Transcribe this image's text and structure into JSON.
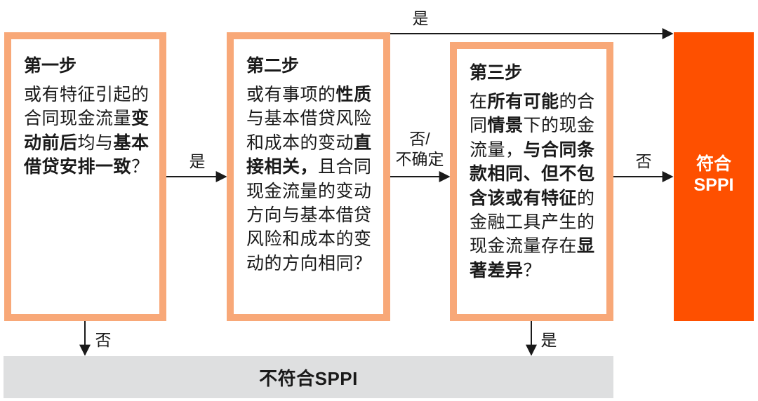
{
  "steps": [
    {
      "title": "第一步",
      "segments": [
        {
          "text": "或有特征引起的合同现金流量",
          "bold": false
        },
        {
          "text": "变动前后",
          "bold": true
        },
        {
          "text": "均与",
          "bold": false
        },
        {
          "text": "基本借贷安排一致",
          "bold": true
        },
        {
          "text": "？",
          "bold": false
        }
      ]
    },
    {
      "title": "第二步",
      "segments": [
        {
          "text": "或有事项的",
          "bold": false
        },
        {
          "text": "性质",
          "bold": true
        },
        {
          "text": "与基本借贷风险和成本的变动",
          "bold": false
        },
        {
          "text": "直接相关，",
          "bold": true
        },
        {
          "text": "且合同现金流量的变动方向与基本借贷风险和成本的变动的方向相同？",
          "bold": false
        }
      ]
    },
    {
      "title": "第三步",
      "segments": [
        {
          "text": "在",
          "bold": false
        },
        {
          "text": "所有可能",
          "bold": true
        },
        {
          "text": "的合同",
          "bold": false
        },
        {
          "text": "情景",
          "bold": true
        },
        {
          "text": "下的现金流量，",
          "bold": false
        },
        {
          "text": "与合同条款相同、但不包含该或有特征",
          "bold": true
        },
        {
          "text": "的金融工具产生的现金流量存在",
          "bold": false
        },
        {
          "text": "显著差异",
          "bold": true
        },
        {
          "text": "？",
          "bold": false
        }
      ]
    }
  ],
  "results": {
    "pass_line1": "符合",
    "pass_line2": "SPPI",
    "fail": "不符合SPPI"
  },
  "arrows": {
    "top_yes": "是",
    "step1_to_step2": "是",
    "step2_to_step3_line1": "否/",
    "step2_to_step3_line2": "不确定",
    "step3_to_pass": "否",
    "step1_down": "否",
    "step3_down": "是"
  },
  "colors": {
    "box_border": "#f8a878",
    "pass_fill": "#fe5000",
    "fail_fill": "#dedfe0"
  }
}
